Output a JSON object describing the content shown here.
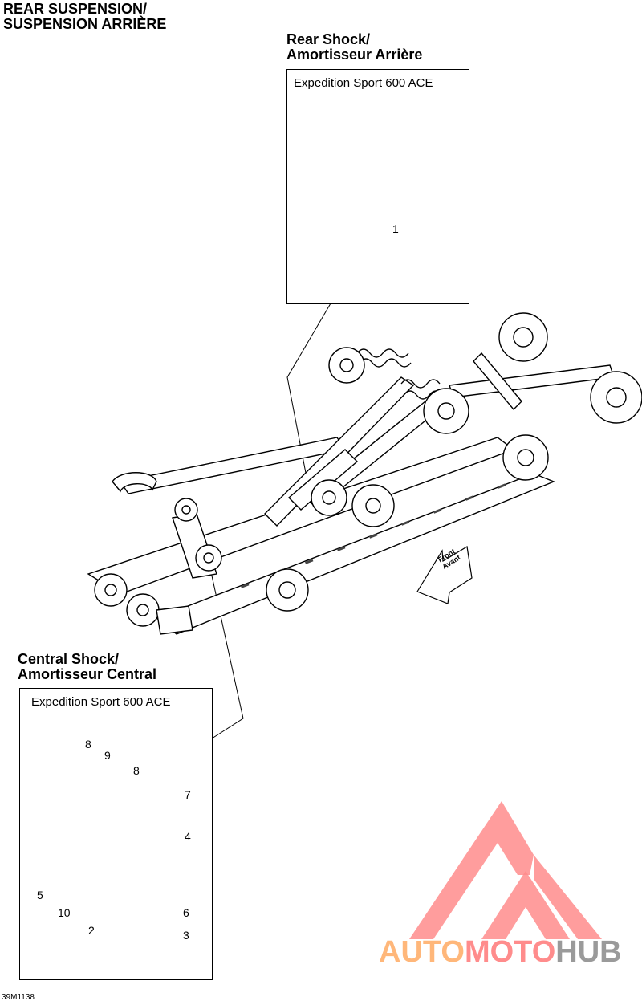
{
  "header": {
    "title_line1": "REAR SUSPENSION/",
    "title_line2": "SUSPENSION ARRIÈRE"
  },
  "rear_shock": {
    "heading_line1": "Rear Shock/",
    "heading_line2": "Amortisseur Arrière",
    "model": "Expedition Sport 600 ACE",
    "callouts": [
      "1"
    ]
  },
  "central_shock": {
    "heading_line1": "Central Shock/",
    "heading_line2": "Amortisseur Central",
    "model": "Expedition Sport 600 ACE",
    "callouts": [
      "8",
      "9",
      "8",
      "7",
      "4",
      "5",
      "10",
      "6",
      "2",
      "3"
    ]
  },
  "direction_arrow": {
    "line1": "Front",
    "line2": "Avant"
  },
  "footer": {
    "part_code": "39M1138"
  },
  "watermark": {
    "part1": "AUTO",
    "part2": "MOTO",
    "part3": "HUB"
  },
  "colors": {
    "watermark_red": "#ff8c8c",
    "watermark_orange": "#ffb77a",
    "watermark_gray": "#9a9a9a"
  }
}
